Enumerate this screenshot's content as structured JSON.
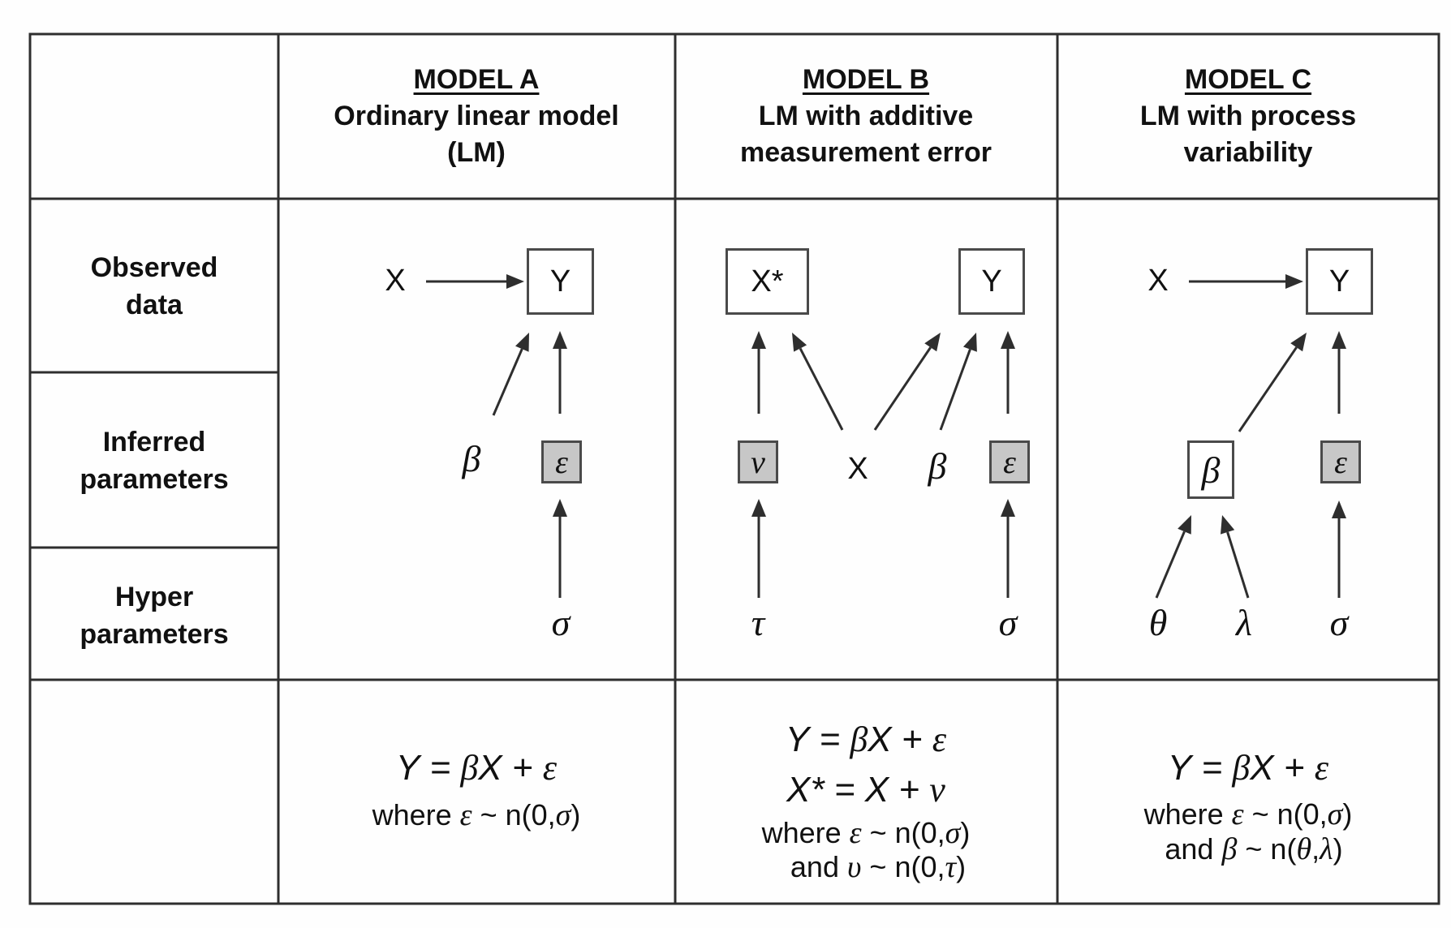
{
  "figure": {
    "columns": [
      {
        "title": "MODEL A",
        "subtitle_lines": [
          "Ordinary linear model",
          "(LM)"
        ]
      },
      {
        "title": "MODEL B",
        "subtitle_lines": [
          "LM with additive",
          "measurement error"
        ]
      },
      {
        "title": "MODEL C",
        "subtitle_lines": [
          "LM with process",
          "variability"
        ]
      }
    ],
    "rows": [
      {
        "lines": [
          "Observed",
          "data"
        ]
      },
      {
        "lines": [
          "Inferred",
          "parameters"
        ]
      },
      {
        "lines": [
          "Hyper",
          "parameters"
        ]
      }
    ],
    "model_a": {
      "nodes": {
        "x": {
          "label": "X",
          "style": "plain"
        },
        "y": {
          "label": "Y",
          "style": "box"
        },
        "beta": {
          "label": "β",
          "style": "plain"
        },
        "epsilon": {
          "label": "ε",
          "style": "grey-box"
        },
        "sigma": {
          "label": "σ",
          "style": "plain"
        }
      },
      "edges": [
        [
          "x",
          "y"
        ],
        [
          "beta",
          "y"
        ],
        [
          "epsilon",
          "y"
        ],
        [
          "sigma",
          "epsilon"
        ]
      ],
      "equations": {
        "main": [
          {
            "t": "Y = "
          },
          {
            "g": "β"
          },
          {
            "t": "X + "
          },
          {
            "g": "ε"
          }
        ],
        "conditions": [
          [
            {
              "t": "where "
            },
            {
              "g": "ε"
            },
            {
              "t": " ~ n(0,"
            },
            {
              "g": "σ"
            },
            {
              "t": ")"
            }
          ]
        ]
      }
    },
    "model_b": {
      "nodes": {
        "xstar": {
          "label": "X*",
          "style": "box"
        },
        "y": {
          "label": "Y",
          "style": "box"
        },
        "nu": {
          "label": "ν",
          "style": "grey-box"
        },
        "x": {
          "label": "X",
          "style": "plain"
        },
        "beta": {
          "label": "β",
          "style": "plain"
        },
        "epsilon": {
          "label": "ε",
          "style": "grey-box"
        },
        "tau": {
          "label": "τ",
          "style": "plain"
        },
        "sigma": {
          "label": "σ",
          "style": "plain"
        }
      },
      "edges": [
        [
          "nu",
          "xstar"
        ],
        [
          "x",
          "xstar"
        ],
        [
          "x",
          "y"
        ],
        [
          "beta",
          "y"
        ],
        [
          "epsilon",
          "y"
        ],
        [
          "tau",
          "nu"
        ],
        [
          "sigma",
          "epsilon"
        ]
      ],
      "equations": {
        "main": [
          {
            "t": "Y = "
          },
          {
            "g": "β"
          },
          {
            "t": "X + "
          },
          {
            "g": "ε"
          }
        ],
        "main2": [
          {
            "t": "X* = X + "
          },
          {
            "g": "ν"
          }
        ],
        "conditions": [
          [
            {
              "t": "where "
            },
            {
              "g": "ε"
            },
            {
              "t": " ~ n(0,"
            },
            {
              "g": "σ"
            },
            {
              "t": ")"
            }
          ],
          [
            {
              "t": "and "
            },
            {
              "g": "υ"
            },
            {
              "t": " ~ n(0,"
            },
            {
              "g": "τ"
            },
            {
              "t": ")"
            }
          ]
        ]
      }
    },
    "model_c": {
      "nodes": {
        "x": {
          "label": "X",
          "style": "plain"
        },
        "y": {
          "label": "Y",
          "style": "box"
        },
        "beta": {
          "label": "β",
          "style": "box"
        },
        "epsilon": {
          "label": "ε",
          "style": "grey-box"
        },
        "theta": {
          "label": "θ",
          "style": "plain"
        },
        "lambda": {
          "label": "λ",
          "style": "plain"
        },
        "sigma": {
          "label": "σ",
          "style": "plain"
        }
      },
      "edges": [
        [
          "x",
          "y"
        ],
        [
          "beta",
          "y"
        ],
        [
          "epsilon",
          "y"
        ],
        [
          "theta",
          "beta"
        ],
        [
          "lambda",
          "beta"
        ],
        [
          "sigma",
          "epsilon"
        ]
      ],
      "equations": {
        "main": [
          {
            "t": "Y = "
          },
          {
            "g": "β"
          },
          {
            "t": "X + "
          },
          {
            "g": "ε"
          }
        ],
        "conditions": [
          [
            {
              "t": "where "
            },
            {
              "g": "ε"
            },
            {
              "t": " ~ n(0,"
            },
            {
              "g": "σ"
            },
            {
              "t": ")"
            }
          ],
          [
            {
              "t": "and "
            },
            {
              "g": "β"
            },
            {
              "t": " ~ n("
            },
            {
              "g": "θ"
            },
            {
              "t": ","
            },
            {
              "g": "λ"
            },
            {
              "t": ")"
            }
          ]
        ]
      }
    },
    "colors": {
      "line": "#2e2e2e",
      "box_border": "#4a4a4a",
      "grey_fill": "#c7c7c7",
      "text": "#111111"
    }
  }
}
